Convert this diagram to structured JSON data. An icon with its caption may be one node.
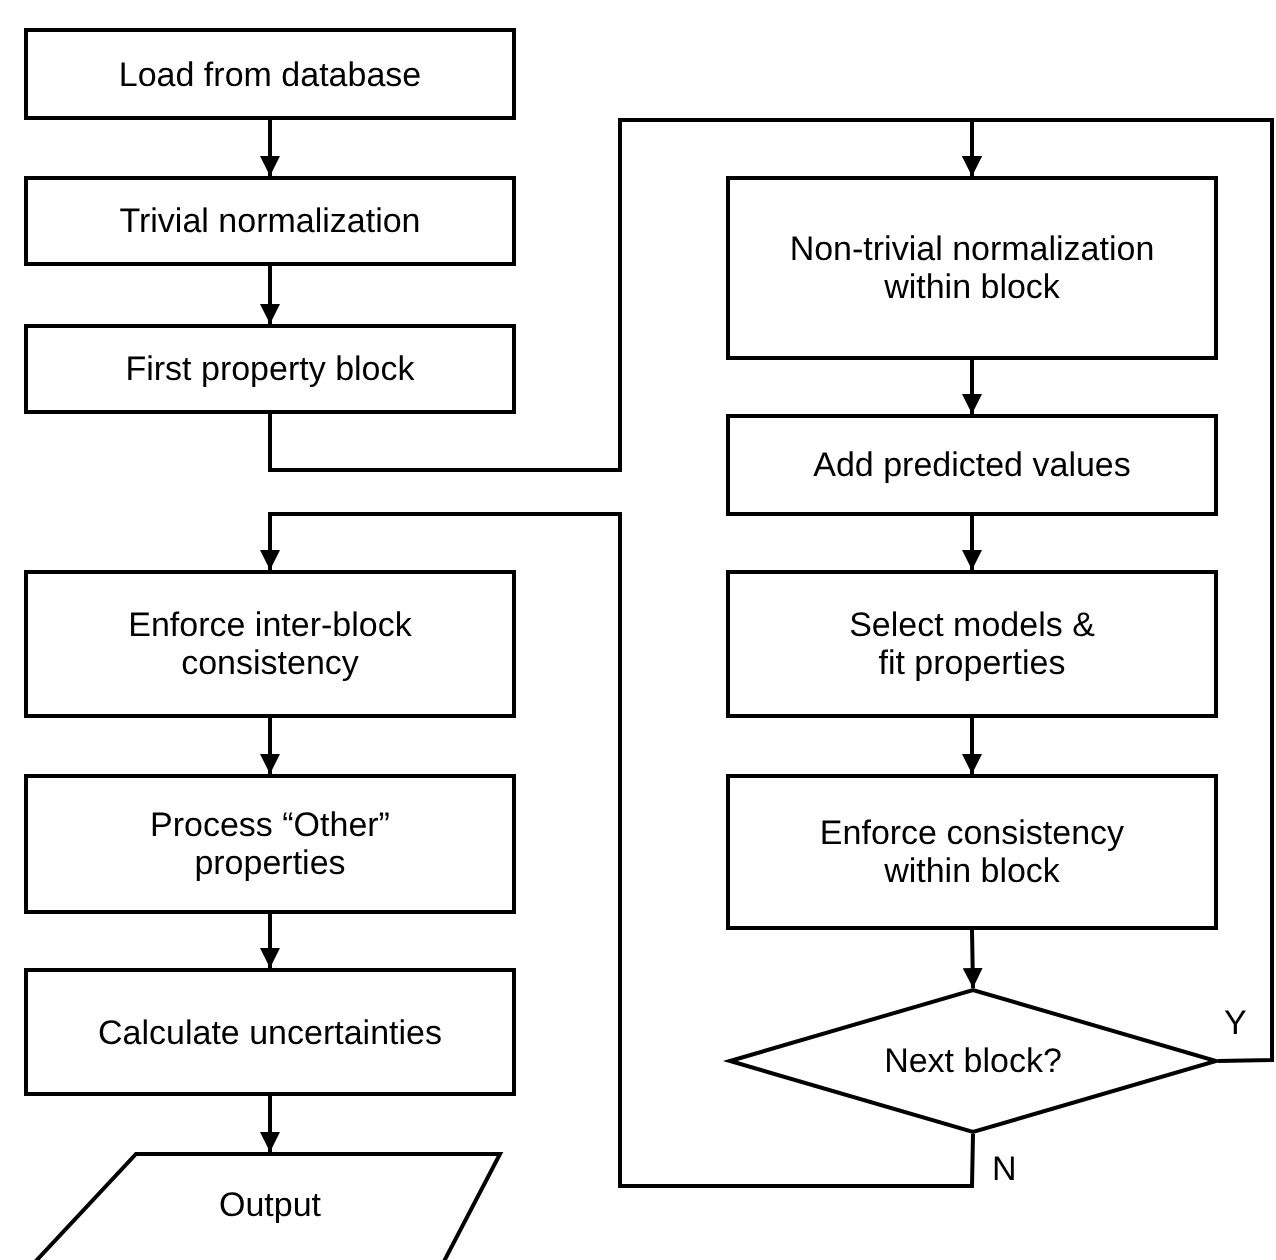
{
  "diagram": {
    "nodes": [
      {
        "text": [
          "Load from database"
        ]
      },
      {
        "text": [
          "Trivial normalization"
        ]
      },
      {
        "text": [
          "First property block"
        ]
      },
      {
        "text": [
          "Enforce inter-block consistency"
        ]
      },
      {
        "text": [
          "Process “Other” properties"
        ]
      },
      {
        "text": [
          "Calculate uncertainties"
        ]
      },
      {
        "text": [
          "Output"
        ]
      },
      {
        "text": [
          "Non-trivial normalization within block"
        ]
      },
      {
        "text": [
          "Add predicted values"
        ]
      },
      {
        "text": [
          "Select models & fit properties"
        ]
      },
      {
        "text": [
          "Enforce consistency within block"
        ]
      },
      {
        "text": [
          "Next block?"
        ]
      }
    ],
    "edges": [
      {
        "from": 0,
        "to": 1,
        "arrow": "to"
      },
      {
        "from": 1,
        "to": 2,
        "arrow": "to"
      },
      {
        "from": 2,
        "to": 7,
        "arrow": "to"
      },
      {
        "from": 7,
        "to": 8,
        "arrow": "to"
      },
      {
        "from": 8,
        "to": 9,
        "arrow": "to"
      },
      {
        "from": 9,
        "to": 10,
        "arrow": "to"
      },
      {
        "from": 10,
        "to": 11,
        "arrow": "to"
      },
      {
        "from": 11,
        "to": 7,
        "arrow": "to",
        "label": "Y"
      },
      {
        "from": 11,
        "to": 3,
        "arrow": "to",
        "label": "N"
      },
      {
        "from": 3,
        "to": 4,
        "arrow": "to"
      },
      {
        "from": 4,
        "to": 5,
        "arrow": "to"
      },
      {
        "from": 5,
        "to": 6,
        "arrow": "to"
      }
    ]
  }
}
